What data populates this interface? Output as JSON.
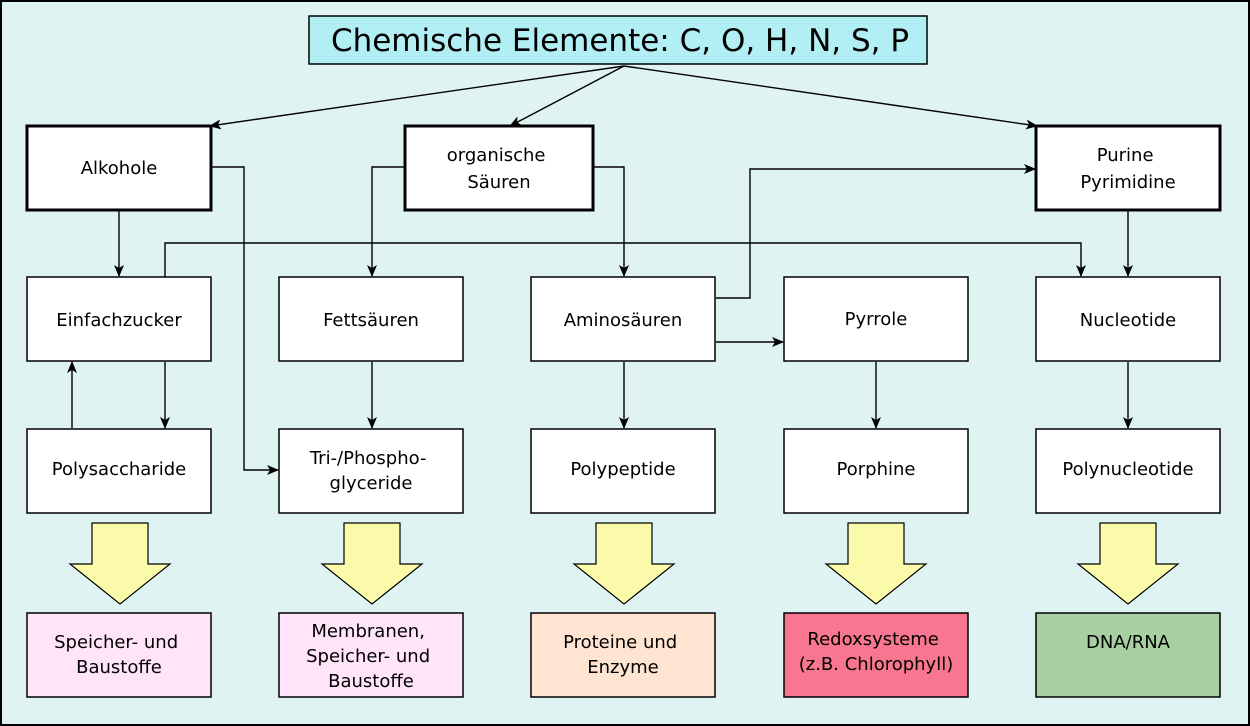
{
  "colors": {
    "background": "#e0f3f3",
    "title_fill": "#b2eff5",
    "arrow_fill": "#fafaaa",
    "result_speicher": "#ffe4fa",
    "result_membranen": "#ffe4fa",
    "result_proteine": "#ffe4d2",
    "result_redox": "#f8768f",
    "result_dna": "#a8cfa2"
  },
  "title": "Chemische Elemente: C, O, H, N, S, P",
  "sources": [
    {
      "id": "alkohole",
      "lines": [
        "Alkohole"
      ]
    },
    {
      "id": "organische-saeuren",
      "lines": [
        "organische",
        "Säuren"
      ]
    },
    {
      "id": "purine-pyrimidine",
      "lines": [
        "Purine",
        "Pyrimidine"
      ]
    }
  ],
  "monomers": [
    {
      "id": "einfachzucker",
      "lines": [
        "Einfachzucker"
      ]
    },
    {
      "id": "fettsaeuren",
      "lines": [
        "Fettsäuren"
      ]
    },
    {
      "id": "aminosaeuren",
      "lines": [
        "Aminosäuren"
      ]
    },
    {
      "id": "pyrrole",
      "lines": [
        "Pyrrole"
      ]
    },
    {
      "id": "nucleotide",
      "lines": [
        "Nucleotide"
      ]
    }
  ],
  "polymers": [
    {
      "id": "polysaccharide",
      "lines": [
        "Polysaccharide"
      ]
    },
    {
      "id": "tri-phosphoglyceride",
      "lines": [
        "Tri-/Phospho-",
        "glyceride"
      ]
    },
    {
      "id": "polypeptide",
      "lines": [
        "Polypeptide"
      ]
    },
    {
      "id": "porphine",
      "lines": [
        "Porphine"
      ]
    },
    {
      "id": "polynucleotide",
      "lines": [
        "Polynucleotide"
      ]
    }
  ],
  "results": [
    {
      "id": "speicher-baustoffe",
      "lines": [
        "Speicher- und",
        "Baustoffe"
      ]
    },
    {
      "id": "membranen",
      "lines": [
        "Membranen,",
        "Speicher- und",
        "Baustoffe"
      ]
    },
    {
      "id": "proteine-enzyme",
      "lines": [
        "Proteine und",
        "Enzyme"
      ]
    },
    {
      "id": "redoxsysteme",
      "lines": [
        "Redoxsysteme",
        "(z.B. Chlorophyll)"
      ]
    },
    {
      "id": "dna-rna",
      "lines": [
        "DNA/RNA"
      ]
    }
  ]
}
